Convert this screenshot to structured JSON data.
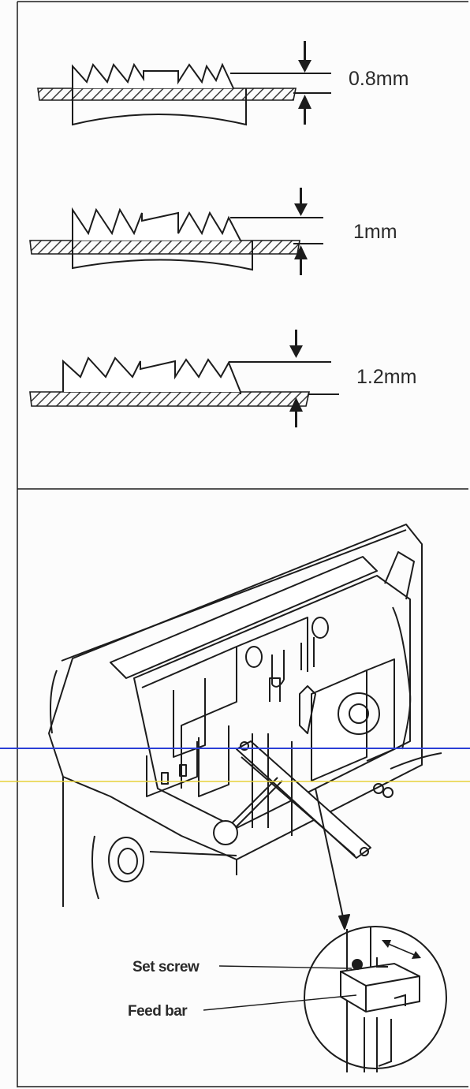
{
  "figure_top": {
    "dimension_labels": [
      "0.8mm",
      "1mm",
      "1.2mm"
    ]
  },
  "figure_bottom": {
    "callouts": {
      "set_screw": "Set screw",
      "feed_bar": "Feed bar"
    }
  },
  "colors": {
    "line": "#1c1c1c",
    "hatch": "#3a3a3a",
    "scan_blue": "#2b3fd6",
    "scan_yellow": "#e6d23a"
  }
}
